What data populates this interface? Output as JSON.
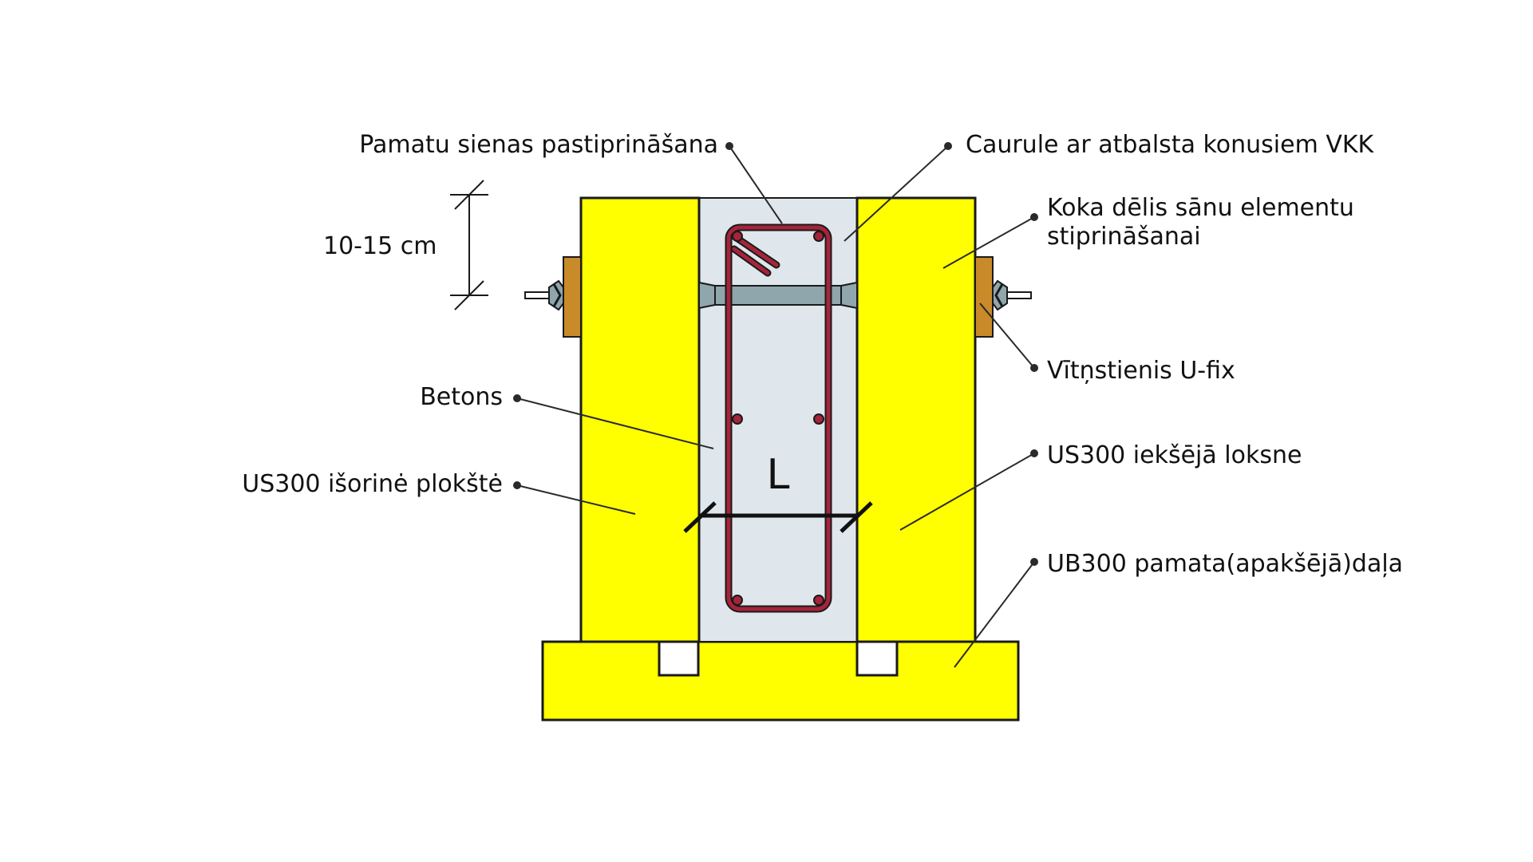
{
  "diagram": {
    "labels": {
      "wall_reinforcement": "Pamatu sienas pastiprināšana",
      "pipe_with_cones": "Caurule ar atbalsta konusiem VKK",
      "wood_board_line1": "Koka dēlis sānu elementu",
      "wood_board_line2": "stiprināšanai",
      "threaded_rod": "Vītņstienis U-fix",
      "concrete": "Betons",
      "outer_panel": "US300 išorinė plokštė",
      "inner_sheet": "US300 iekšējā loksne",
      "base_part": "UB300 pamata(apakšējā)daļa",
      "dimension": "10-15 cm",
      "center_mark": "L"
    },
    "colors": {
      "formwork": "#ffff00",
      "concrete": "#dfe7ec",
      "rebar": "#a6243a",
      "pipe": "#8fa6ac",
      "wood": "#c98a2a",
      "outline": "#1a1a1a"
    }
  }
}
